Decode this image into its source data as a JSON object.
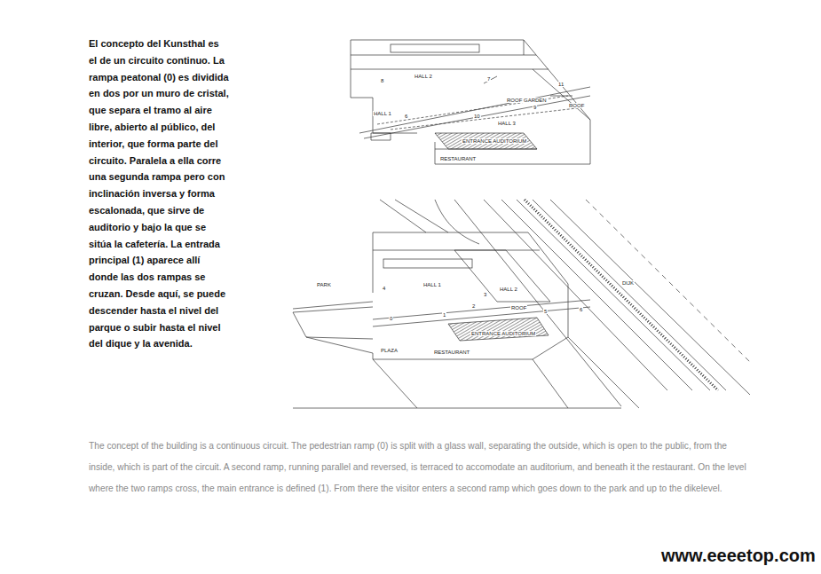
{
  "diagram": {
    "caption": "The concept of the building is a continuous circuit. The pedestrian ramp (0) is split with a glass wall, separating the outside, which is open to the public, from the inside, which is part of the circuit. A second ramp, running parallel and reversed, is terraced to accomodate an auditorium, and beneath it the restaurant. On the level where the two ramps cross, the main entrance is defined (1). From there the visitor enters a second ramp which goes down to the park and up to the dikelevel.",
    "labels": [
      "El concepto del Kunsthal es el de un circuito continuo. La rampa peatonal (0) es dividida en dos por un muro de cristal, que separa el tramo al aire libre, abierto al público, del interior, que forma parte del circuito. Paralela a ella corre una segunda rampa pero con inclinación inversa y forma escalonada, que sirve de auditorio y bajo la que se sitúa la cafetería. La entrada principal (1) aparece allí donde las dos rampas se cruzan. Desde aquí, se puede descender hasta el nivel del parque o subir hasta el nivel del dique y la avenida.",
      "HALL 2",
      "7",
      "ROOF GARDEN",
      "11",
      "ROOF",
      "8",
      "HALL 1",
      "6",
      "10",
      "9",
      "HALL 3",
      "ENTRANCE AUDITORIUM",
      "RESTAURANT",
      "PARK",
      "4",
      "HALL 1",
      "HALL 2",
      "3",
      "2",
      "DIJK",
      "ROOF",
      "0",
      "1",
      "5",
      "6",
      "ENTRANCE AUDITORIUM",
      "PLAZA",
      "RESTAURANT",
      "www.eeeetop.com"
    ]
  }
}
